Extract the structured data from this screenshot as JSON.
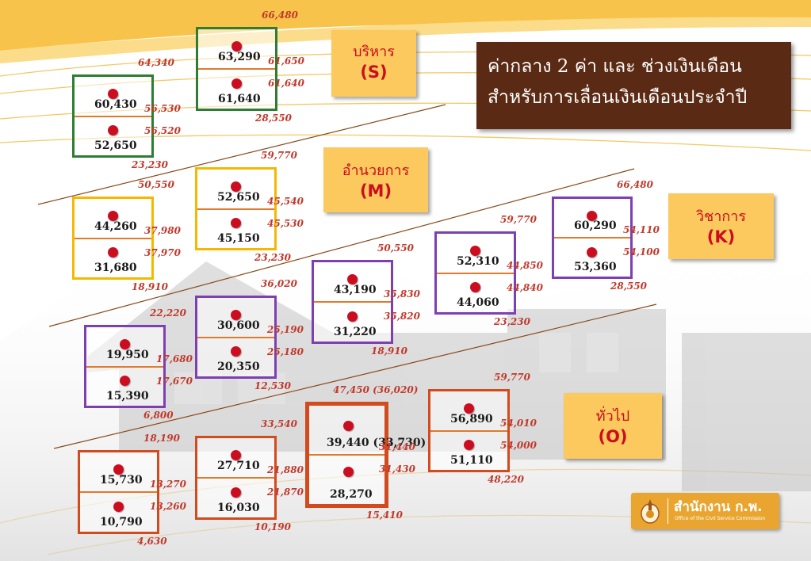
{
  "title": {
    "line1": "ค่ากลาง 2 ค่า และ ช่วงเงินเดือน",
    "line2": "สำหรับการเลื่อนเงินเดือนประจำปี"
  },
  "labels": {
    "S": {
      "th": "บริหาร",
      "code": "(S)"
    },
    "M": {
      "th": "อำนวยการ",
      "code": "(M)"
    },
    "K": {
      "th": "วิชาการ",
      "code": "(K)"
    },
    "O": {
      "th": "ทั่วไป",
      "code": "(O)"
    }
  },
  "colors": {
    "S": "#2e7d32",
    "M": "#f5b800",
    "K": "#7e3fb0",
    "O": "#d24a1e",
    "dot": "#cc0d1f",
    "value_text": "#c0392b"
  },
  "levels": [
    {
      "group": "S",
      "top": "66,480",
      "upper_mid": "63,290",
      "mid_hi": "61,650",
      "mid_lo": "61,640",
      "lower_mid": "61,640",
      "bottom": "28,550"
    },
    {
      "group": "S",
      "top": "64,340",
      "upper_mid": "60,430",
      "mid_hi": "56,530",
      "mid_lo": "56,520",
      "lower_mid": "52,650",
      "bottom": "23,230"
    },
    {
      "group": "M",
      "top": "59,770",
      "upper_mid": "52,650",
      "mid_hi": "45,540",
      "mid_lo": "45,530",
      "lower_mid": "45,150",
      "bottom": "23,230"
    },
    {
      "group": "M",
      "top": "50,550",
      "upper_mid": "44,260",
      "mid_hi": "37,980",
      "mid_lo": "37,970",
      "lower_mid": "31,680",
      "bottom": "18,910"
    },
    {
      "group": "K",
      "top": "66,480",
      "upper_mid": "60,290",
      "mid_hi": "54,110",
      "mid_lo": "54,100",
      "lower_mid": "53,360",
      "bottom": "28,550"
    },
    {
      "group": "K",
      "top": "59,770",
      "upper_mid": "52,310",
      "mid_hi": "44,850",
      "mid_lo": "44,840",
      "lower_mid": "44,060",
      "bottom": "23,230"
    },
    {
      "group": "K",
      "top": "50,550",
      "upper_mid": "43,190",
      "mid_hi": "35,830",
      "mid_lo": "35,820",
      "lower_mid": "31,220",
      "bottom": "18,910"
    },
    {
      "group": "K",
      "top": "36,020",
      "upper_mid": "30,600",
      "mid_hi": "25,190",
      "mid_lo": "25,180",
      "lower_mid": "20,350",
      "bottom": "12,530"
    },
    {
      "group": "K",
      "top": "22,220",
      "upper_mid": "19,950",
      "mid_hi": "17,680",
      "mid_lo": "17,670",
      "lower_mid": "15,390",
      "bottom": "6,800"
    },
    {
      "group": "O",
      "top": "59,770",
      "upper_mid": "56,890",
      "mid_hi": "54,010",
      "mid_lo": "54,000",
      "lower_mid": "51,110",
      "bottom": "48,220"
    },
    {
      "group": "O",
      "top": "47,450 (36,020)",
      "upper_mid": "39,440 (33,730)",
      "mid_hi": "31,440",
      "mid_lo": "31,430",
      "lower_mid": "28,270",
      "bottom": "15,410"
    },
    {
      "group": "O",
      "top": "33,540",
      "upper_mid": "27,710",
      "mid_hi": "21,880",
      "mid_lo": "21,870",
      "lower_mid": "16,030",
      "bottom": "10,190"
    },
    {
      "group": "O",
      "top": "18,190",
      "upper_mid": "15,730",
      "mid_hi": "13,270",
      "mid_lo": "13,260",
      "lower_mid": "10,790",
      "bottom": "4,630"
    }
  ],
  "logo": {
    "name": "สำนักงาน ก.พ.",
    "subtitle": "Office of the Civil Service Commission"
  }
}
